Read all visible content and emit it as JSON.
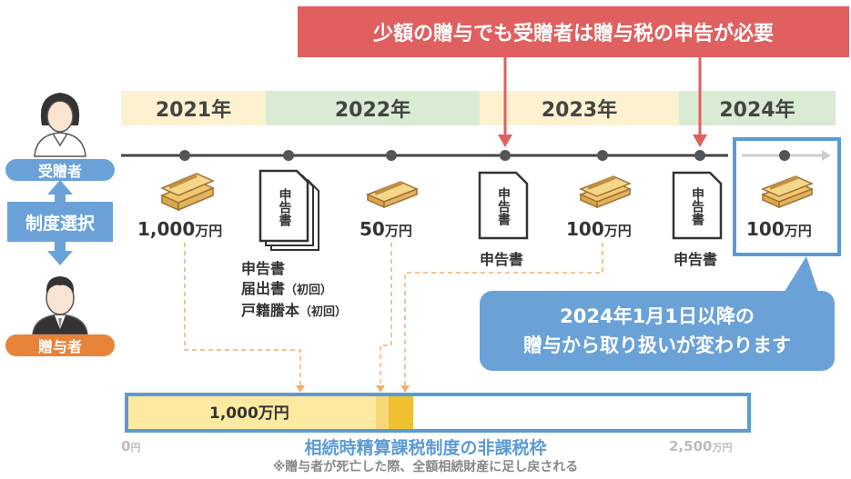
{
  "callout": {
    "text": "少額の贈与でも受贈者は贈与税の申告が必要"
  },
  "years": [
    {
      "label": "2021年",
      "color": "#fdf2d0"
    },
    {
      "label": "2022年",
      "color": "#d9ebd3"
    },
    {
      "label": "2023年",
      "color": "#fdf2d0"
    },
    {
      "label": "2024年",
      "color": "#d9ebd3"
    }
  ],
  "people": {
    "recipient": "受贈者",
    "giver": "贈与者",
    "choice": "制度選択"
  },
  "events": {
    "gift_2021": {
      "amount": "1,000",
      "unit": "万円"
    },
    "docs_2022": {
      "doc_label": "申告書",
      "line1": "申告書",
      "line2_main": "届出書",
      "line2_sub": "（初回）",
      "line3_main": "戸籍謄本",
      "line3_sub": "（初回）"
    },
    "gift_2022": {
      "amount": "50",
      "unit": "万円"
    },
    "filing_2023": {
      "doc_label": "申告書",
      "caption": "申告書"
    },
    "gift_2023": {
      "amount": "100",
      "unit": "万円"
    },
    "filing_2024": {
      "doc_label": "申告書",
      "caption": "申告書"
    },
    "gift_2024": {
      "amount": "100",
      "unit": "万円"
    }
  },
  "info_box": {
    "line1": "2024年1月1日以降の",
    "line2": "贈与から取り扱いが変わります"
  },
  "bar": {
    "fill_label": "1,000万円",
    "axis_min": "0",
    "axis_min_unit": "円",
    "axis_max": "2,500",
    "axis_max_unit": "万円",
    "title": "相続時精算課税制度の非課税枠",
    "note": "※贈与者が死亡した際、全額相続財産に足し戻される",
    "total": 2500,
    "segments": [
      {
        "value": 1000,
        "color": "#fdeaa0"
      },
      {
        "value": 50,
        "color": "#f5d77a"
      },
      {
        "value": 100,
        "color": "#efc030"
      }
    ]
  },
  "colors": {
    "accent_blue": "#5b9bd5",
    "callout_red": "#e06060",
    "tag_orange": "#e8833a",
    "dashed": "#f0b070"
  }
}
